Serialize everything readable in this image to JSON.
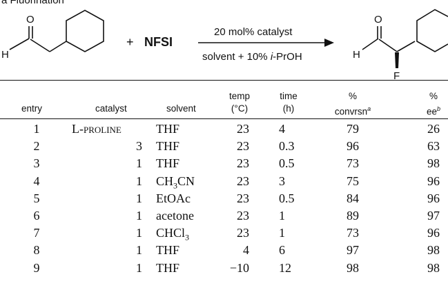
{
  "heading": "a Fluorination",
  "scheme": {
    "reactant_atoms": {
      "oxygen": "O",
      "hydrogen": "H"
    },
    "plus": "+",
    "reagent": "NFSI",
    "above_arrow": "20 mol% catalyst",
    "below_arrow_prefix": "solvent + 10% ",
    "below_arrow_italic": "i",
    "below_arrow_suffix": "-PrOH",
    "product_atoms": {
      "oxygen": "O",
      "hydrogen": "H",
      "fluorine": "F"
    }
  },
  "table": {
    "headers": {
      "entry": "entry",
      "catalyst": "catalyst",
      "solvent": "solvent",
      "temp_line1": "temp",
      "temp_line2": "(°C)",
      "time_line1": "time",
      "time_line2": "(h)",
      "conv_line1": "%",
      "conv_line2": "convrsn",
      "conv_note": "a",
      "ee_line1": "%",
      "ee_line2": "ee",
      "ee_note": "b"
    },
    "rows": [
      {
        "entry": "1",
        "catalyst": "L-proline",
        "solvent": "THF",
        "temp": "23",
        "time": "4",
        "conv": "79",
        "ee": "26"
      },
      {
        "entry": "2",
        "catalyst": "3",
        "solvent": "THF",
        "temp": "23",
        "time": "0.3",
        "conv": "96",
        "ee": "63"
      },
      {
        "entry": "3",
        "catalyst": "1",
        "solvent": "THF",
        "temp": "23",
        "time": "0.5",
        "conv": "73",
        "ee": "98"
      },
      {
        "entry": "4",
        "catalyst": "1",
        "solvent": "CH3CN",
        "solvent_main": "CH",
        "solvent_sub": "3",
        "solvent_tail": "CN",
        "temp": "23",
        "time": "3",
        "conv": "75",
        "ee": "96"
      },
      {
        "entry": "5",
        "catalyst": "1",
        "solvent": "EtOAc",
        "temp": "23",
        "time": "0.5",
        "conv": "84",
        "ee": "96"
      },
      {
        "entry": "6",
        "catalyst": "1",
        "solvent": "acetone",
        "temp": "23",
        "time": "1",
        "conv": "89",
        "ee": "97"
      },
      {
        "entry": "7",
        "catalyst": "1",
        "solvent": "CHCl3",
        "solvent_main": "CHCl",
        "solvent_sub": "3",
        "solvent_tail": "",
        "temp": "23",
        "time": "1",
        "conv": "73",
        "ee": "96"
      },
      {
        "entry": "8",
        "catalyst": "1",
        "solvent": "THF",
        "temp": "4",
        "time": "6",
        "conv": "97",
        "ee": "98"
      },
      {
        "entry": "9",
        "catalyst": "1",
        "solvent": "THF",
        "temp": "−10",
        "time": "12",
        "conv": "98",
        "ee": "98"
      }
    ]
  }
}
